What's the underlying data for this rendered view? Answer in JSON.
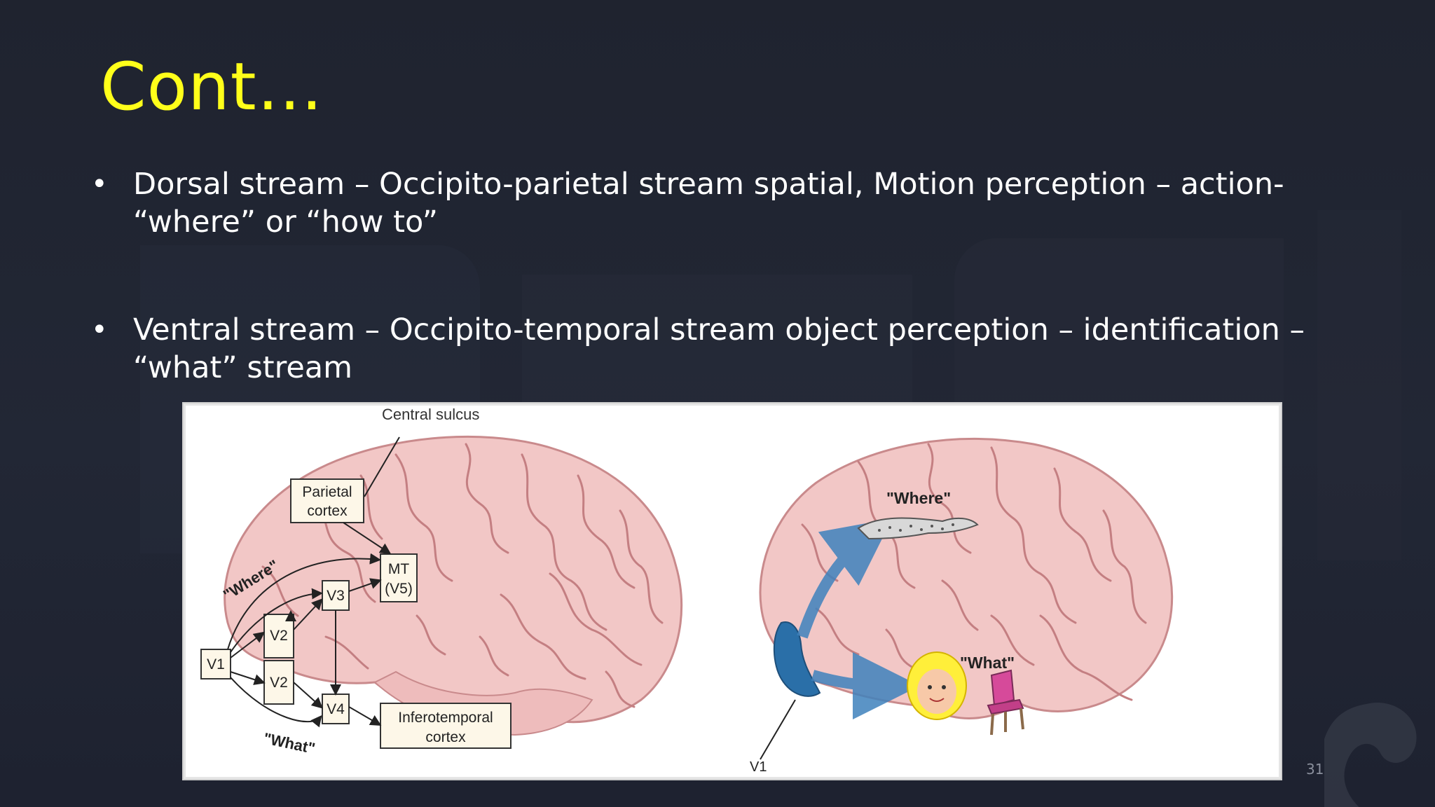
{
  "slide": {
    "title": "Cont…",
    "bullets": [
      {
        "marker": "•",
        "line1": "Dorsal stream – Occipito-parietal stream spatial, Motion perception – action-",
        "line2": "“where” or “how to”"
      },
      {
        "marker": "•",
        "line1": "Ventral stream – Occipito-temporal stream object perception – identification –",
        "line2": "“what” stream"
      }
    ],
    "page_number": "31"
  },
  "figure": {
    "left_brain": {
      "central_sulcus": "Central sulcus",
      "parietal_line1": "Parietal",
      "parietal_line2": "cortex",
      "mt_line1": "MT",
      "mt_line2": "(V5)",
      "v3": "V3",
      "v2_top": "V2",
      "v2_bottom": "V2",
      "v1": "V1",
      "v4": "V4",
      "it_line1": "Inferotemporal",
      "it_line2": "cortex",
      "where": "\"Where\"",
      "what": "\"What\""
    },
    "right_brain": {
      "where": "\"Where\"",
      "what": "\"What\"",
      "v1": "V1"
    }
  },
  "colors": {
    "title": "#ffff1a",
    "background": "#1f2330",
    "brain_fill": "#f2c7c6",
    "brain_line": "#c98a8c",
    "v1_region": "#2a6fa8",
    "arrow_blue": "#3f82bd"
  }
}
